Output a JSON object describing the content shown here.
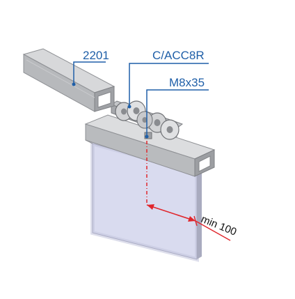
{
  "callouts": {
    "rail": "2201",
    "carriage": "C/ACC8R",
    "bolt": "M8x35"
  },
  "dimension": {
    "label": "min 100"
  },
  "colors": {
    "callout_blue": "#1f5fa8",
    "dimension_red": "#e0262c",
    "panel_lavender": "#d7d9ee",
    "metal_light": "#d4d5d7",
    "metal_mid": "#b3b5b8",
    "metal_dark": "#8e9094"
  }
}
